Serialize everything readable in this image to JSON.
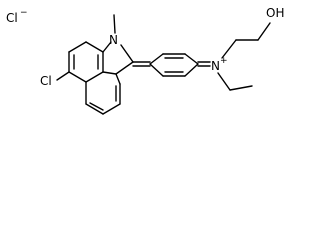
{
  "molecule": {
    "atoms": {
      "chloride_ion": "Cl",
      "chloride_charge": "−",
      "nitrogen_ring": "N",
      "methyl": "",
      "chloro_substituent": "Cl",
      "iminium_nitrogen": "N",
      "iminium_charge": "+",
      "hydroxyl": "OH"
    },
    "colors": {
      "bond": "#000000",
      "label": "#000000",
      "background": "#ffffff"
    }
  }
}
